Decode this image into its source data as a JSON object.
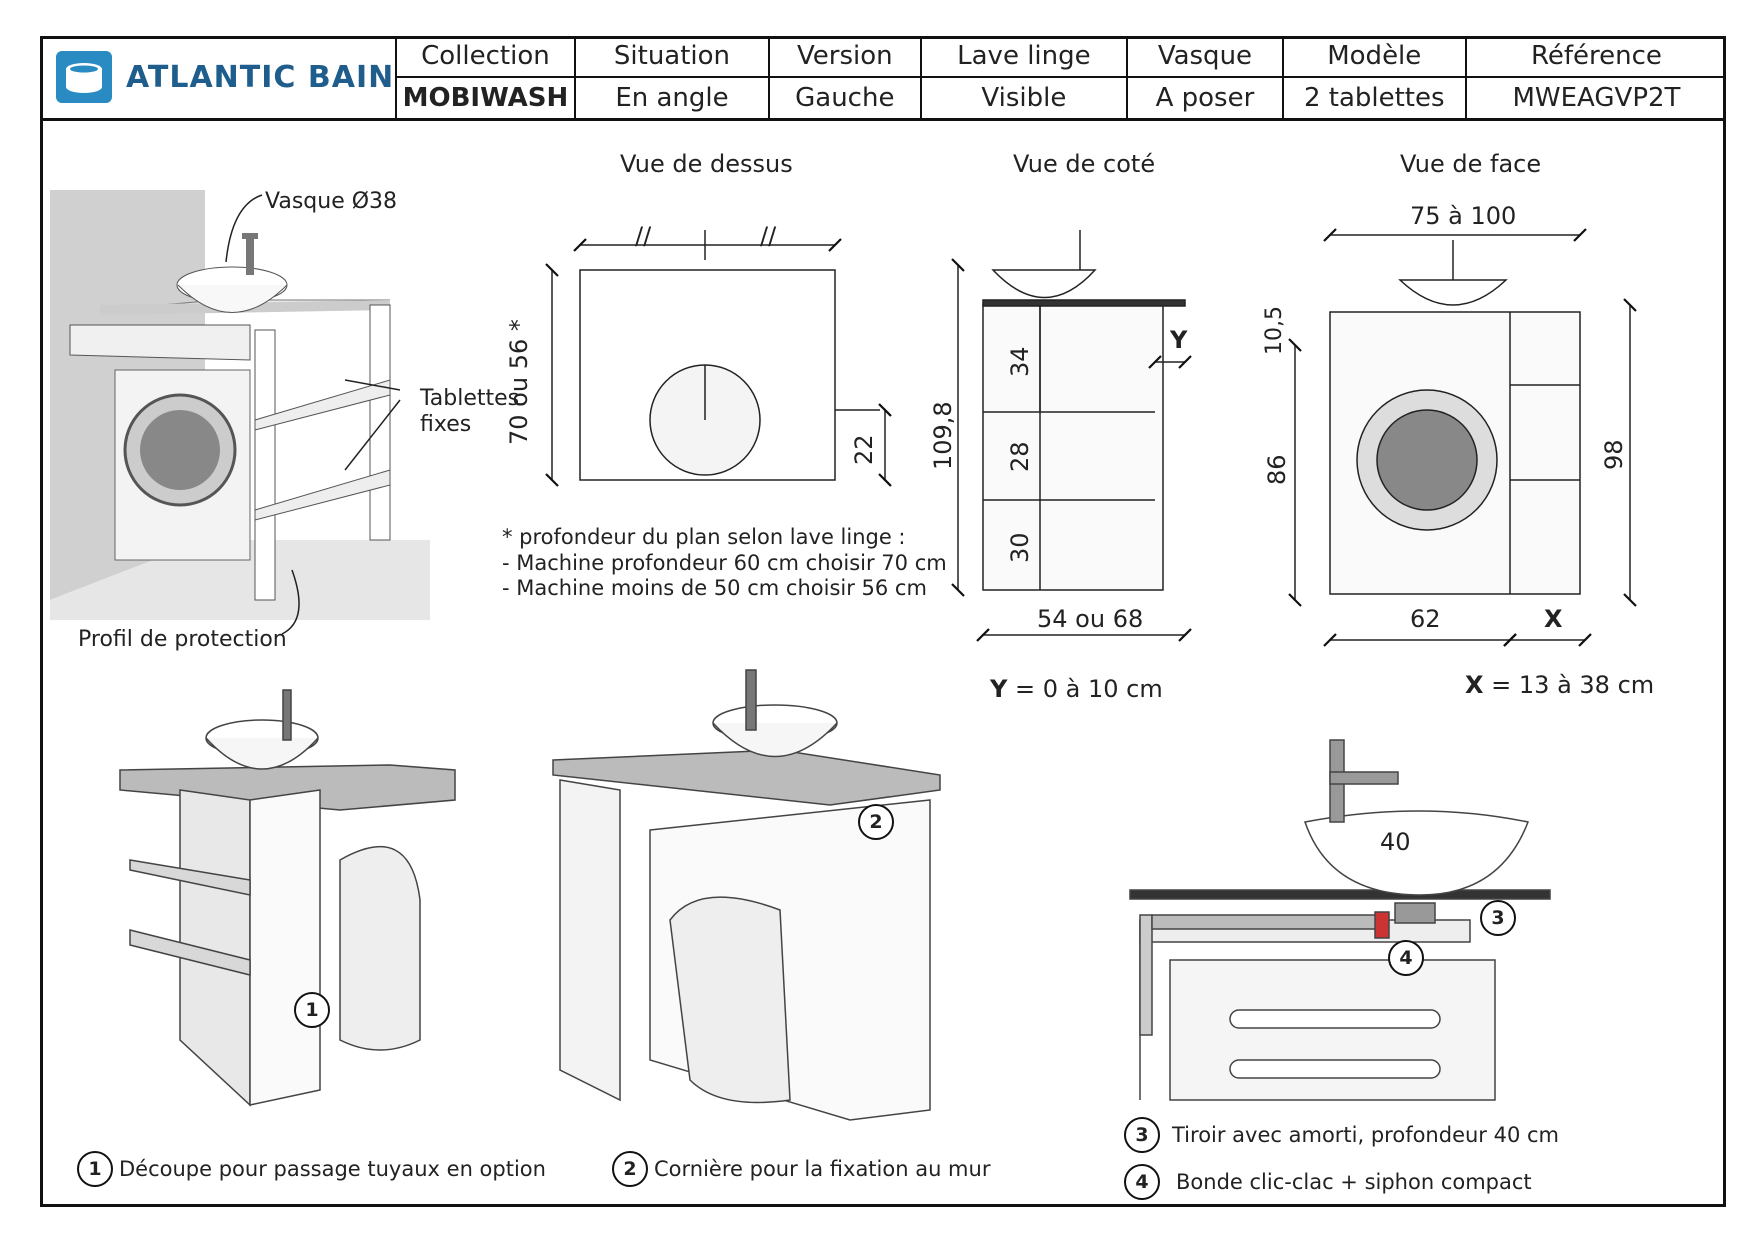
{
  "header": {
    "brand": "ATLANTIC BAIN",
    "columns": [
      "Collection",
      "Situation",
      "Version",
      "Lave linge",
      "Vasque",
      "Modèle",
      "Référence"
    ],
    "values": [
      "MOBIWASH",
      "En angle",
      "Gauche",
      "Visible",
      "A poser",
      "2 tablettes",
      "MWEAGVP2T"
    ]
  },
  "views": {
    "top": "Vue de dessus",
    "side": "Vue de coté",
    "front": "Vue de face"
  },
  "perspective": {
    "vasque": "Vasque Ø38",
    "tablettes": "Tablettes\nfixes",
    "profil": "Profil de protection"
  },
  "top_view": {
    "depth": "70 ou 56 *",
    "offset": "22",
    "half": "//"
  },
  "note": {
    "title": "* profondeur du plan selon lave linge :",
    "line1": "- Machine profondeur 60 cm choisir 70 cm",
    "line2": "- Machine moins de 50 cm choisir 56 cm"
  },
  "side_view": {
    "height": "109,8",
    "h1": "34",
    "h2": "28",
    "h3": "30",
    "y": "Y",
    "width": "54 ou 68",
    "y_text": "= 0 à 10 cm",
    "y_bold": "Y"
  },
  "front_view": {
    "width": "75 à 100",
    "top": "10,5",
    "machine_h": "86",
    "height": "98",
    "machine_w": "62",
    "x": "X",
    "x_bold": "X",
    "x_text": "= 13 à 38 cm"
  },
  "detail": {
    "basin": "40"
  },
  "callouts": {
    "c1": "Découpe pour passage tuyaux en option",
    "c2": "Cornière pour la fixation au mur",
    "c3": "Tiroir avec amorti, profondeur 40 cm",
    "c4": "Bonde clic-clac + siphon compact"
  }
}
